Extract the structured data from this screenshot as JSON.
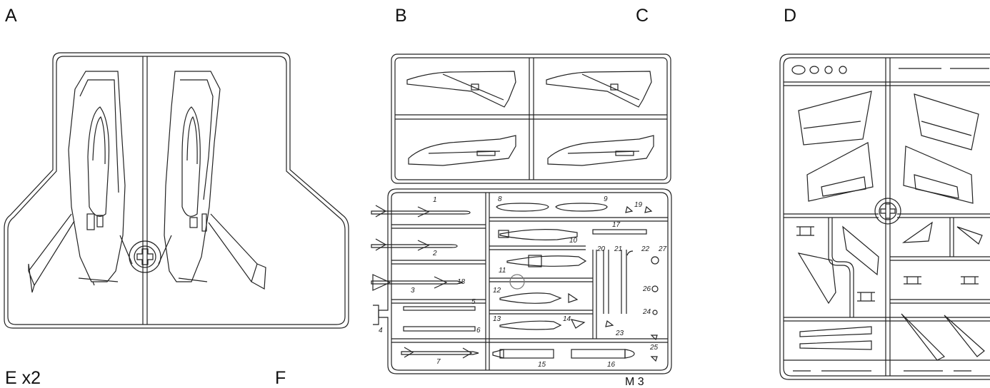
{
  "sprue_labels": {
    "a": "A",
    "b": "B",
    "c": "C",
    "d": "D",
    "e": "E x2",
    "f": "F"
  },
  "part_numbers": [
    "1",
    "2",
    "3",
    "4",
    "5",
    "6",
    "7",
    "8",
    "9",
    "10",
    "11",
    "12",
    "13",
    "14",
    "15",
    "16",
    "17",
    "18",
    "19",
    "20",
    "21",
    "22",
    "23",
    "24",
    "25",
    "26",
    "27"
  ],
  "cut_off_text": "M 3"
}
